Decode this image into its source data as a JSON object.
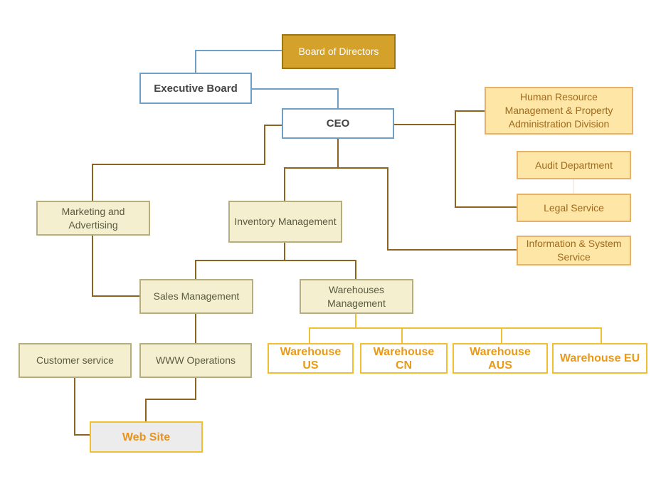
{
  "colors": {
    "blue_connector": "#6fa0c8",
    "brown_connector": "#8b6420",
    "yellow_connector": "#f0c030",
    "board_fill": "#d4a12a",
    "olive_fill": "#f4efcf",
    "orange_fill": "#fde6a6"
  },
  "nodes": {
    "board": "Board of Directors",
    "executive": "Executive Board",
    "ceo": "CEO",
    "hr": "Human Resource Management & Property Administration Division",
    "audit": "Audit Department",
    "legal": "Legal Service",
    "info": "Information & System Service",
    "marketing": "Marketing and Advertising",
    "inventory": "Inventory Management",
    "sales": "Sales Management",
    "warehouses": "Warehouses Management",
    "customer_service": "Customer service",
    "www_ops": "WWW Operations",
    "web_site": "Web Site",
    "wh_us": "Warehouse US",
    "wh_cn": "Warehouse CN",
    "wh_aus": "Warehouse AUS",
    "wh_eu": "Warehouse EU"
  },
  "connections": [
    {
      "from": "executive",
      "to": "board",
      "style": "blue"
    },
    {
      "from": "executive",
      "to": "ceo",
      "style": "blue"
    },
    {
      "from": "ceo",
      "to": "hr",
      "style": "brown"
    },
    {
      "from": "ceo",
      "to": "legal",
      "style": "brown"
    },
    {
      "from": "ceo",
      "to": "marketing",
      "style": "brown"
    },
    {
      "from": "ceo",
      "to": "inventory",
      "style": "brown"
    },
    {
      "from": "ceo",
      "to": "info",
      "style": "brown"
    },
    {
      "from": "marketing",
      "to": "sales",
      "style": "brown"
    },
    {
      "from": "inventory",
      "to": "sales",
      "style": "brown"
    },
    {
      "from": "inventory",
      "to": "warehouses",
      "style": "brown"
    },
    {
      "from": "sales",
      "to": "www_ops",
      "style": "brown"
    },
    {
      "from": "www_ops",
      "to": "web_site",
      "style": "brown"
    },
    {
      "from": "customer_service",
      "to": "web_site",
      "style": "brown"
    },
    {
      "from": "warehouses",
      "to": "wh_us",
      "style": "yellow"
    },
    {
      "from": "warehouses",
      "to": "wh_cn",
      "style": "yellow"
    },
    {
      "from": "warehouses",
      "to": "wh_aus",
      "style": "yellow"
    },
    {
      "from": "warehouses",
      "to": "wh_eu",
      "style": "yellow"
    }
  ]
}
